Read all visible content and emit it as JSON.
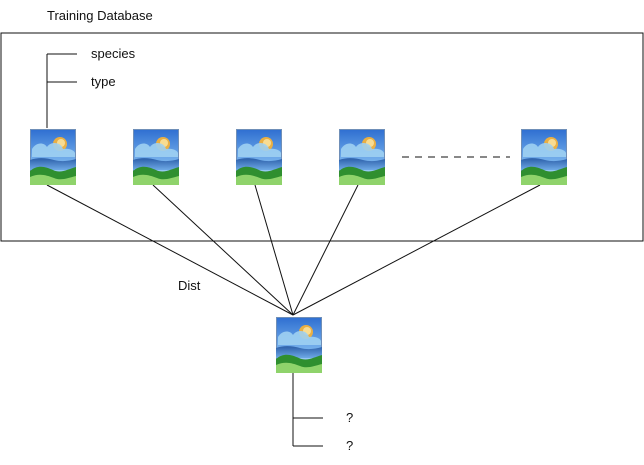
{
  "diagram": {
    "title": "Training Database",
    "attributes": [
      "species",
      "type"
    ],
    "edge_label": "Dist",
    "query_attributes": [
      "?",
      "?"
    ],
    "training_images": [
      {
        "kind": "image-thumbnail"
      },
      {
        "kind": "image-thumbnail"
      },
      {
        "kind": "image-thumbnail"
      },
      {
        "kind": "image-thumbnail"
      },
      {
        "kind": "image-thumbnail"
      }
    ],
    "query_image": {
      "kind": "image-thumbnail"
    }
  },
  "colors": {
    "line": "#111111",
    "sky_top": "#2f6fd1",
    "sky_bottom": "#cfe7ff",
    "cloud": "#9fd0f2",
    "sun": "#f2b13b",
    "hill_dark": "#2f8f2f",
    "hill_light": "#8fd36b"
  }
}
